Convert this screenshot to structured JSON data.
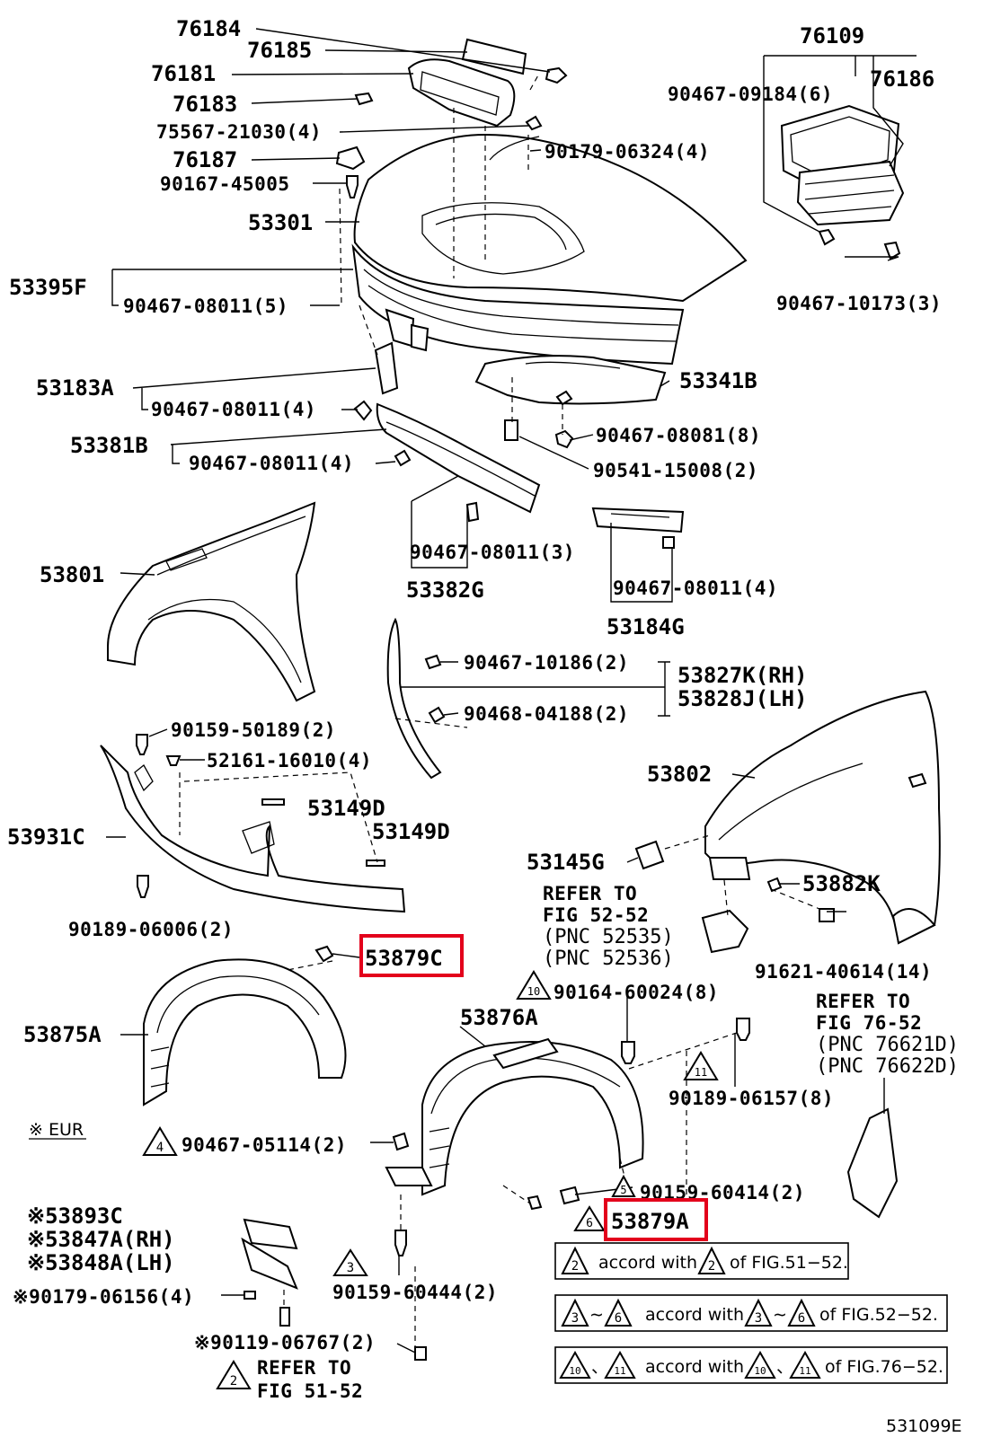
{
  "parts": {
    "p76184": "76184",
    "p76185": "76185",
    "p76181": "76181",
    "p76183": "76183",
    "p75567": "75567-21030(4)",
    "p76187": "76187",
    "p90167": "90167-45005",
    "p53301": "53301",
    "p53395F": "53395F",
    "p90467_08011_5": "90467-08011(5)",
    "p90179_06324": "90179-06324(4)",
    "p76109": "76109",
    "p90467_09184": "90467-09184(6)",
    "p76186": "76186",
    "p90467_10173": "90467-10173(3)",
    "p53183A": "53183A",
    "p90467_08011_4a": "90467-08011(4)",
    "p53341B": "53341B",
    "p90467_08081": "90467-08081(8)",
    "p53381B": "53381B",
    "p90467_08011_4b": "90467-08011(4)",
    "p90541": "90541-15008(2)",
    "p90467_08011_3": "90467-08011(3)",
    "p53382G": "53382G",
    "p90467_08011_4c": "90467-08011(4)",
    "p53184G": "53184G",
    "p53801": "53801",
    "p90467_10186": "90467-10186(2)",
    "p53827K": "53827K(RH)",
    "p53828J": "53828J(LH)",
    "p90468": "90468-04188(2)",
    "p90159_50189": "90159-50189(2)",
    "p52161": "52161-16010(4)",
    "p53802": "53802",
    "p53149D_a": "53149D",
    "p53149D_b": "53149D",
    "p53931C": "53931C",
    "p53145G": "53145G",
    "p53882K": "53882K",
    "p90189_06006": "90189-06006(2)",
    "p53879C": "53879C",
    "p91621": "91621-40614(14)",
    "p53875A": "53875A",
    "p90164": "90164-60024(8)",
    "p53876A": "53876A",
    "p90189_06157": "90189-06157(8)",
    "p90467_05114": "90467-05114(2)",
    "p90159_60414": "90159-60414(2)",
    "p53879A": "53879A",
    "p53893C": "※53893C",
    "p53847A": "※53847A(RH)",
    "p53848A": "※53848A(LH)",
    "p90179_06156": "※90179-06156(4)",
    "p90159_60444": "90159-60444(2)",
    "p90119": "※90119-06767(2)"
  },
  "refs": {
    "fig52_line1": "REFER TO",
    "fig52_line2": "FIG 52-52",
    "fig52_pnc1": "(PNC 52535)",
    "fig52_pnc2": "(PNC 52536)",
    "fig76_line1": "REFER TO",
    "fig76_line2": "FIG 76-52",
    "fig76_pnc1": "(PNC 76621D)",
    "fig76_pnc2": "(PNC 76622D)",
    "fig51_line1": "REFER TO",
    "fig51_line2": "FIG 51-52"
  },
  "markers": {
    "eur": "※ EUR",
    "tri_2": "2",
    "tri_3": "3",
    "tri_4": "4",
    "tri_5": "5",
    "tri_6": "6",
    "tri_10": "10",
    "tri_11": "11"
  },
  "notes": {
    "note1_n1": "2",
    "note1_text": "accord with",
    "note1_n2": "2",
    "note1_tail": "of FIG.51−52.",
    "note2_n1": "3",
    "note2_tilde": "∼",
    "note2_n2": "6",
    "note2_text": "accord with",
    "note2_n3": "3",
    "note2_tilde2": "∼",
    "note2_n4": "6",
    "note2_tail": "of FIG.52−52.",
    "note3_n1": "10",
    "note3_sep": "、",
    "note3_n2": "11",
    "note3_text": "accord with",
    "note3_n3": "10",
    "note3_sep2": "、",
    "note3_n4": "11",
    "note3_tail": "of FIG.76−52."
  },
  "figure_id": "531099E",
  "highlight_color": "#e3001b"
}
